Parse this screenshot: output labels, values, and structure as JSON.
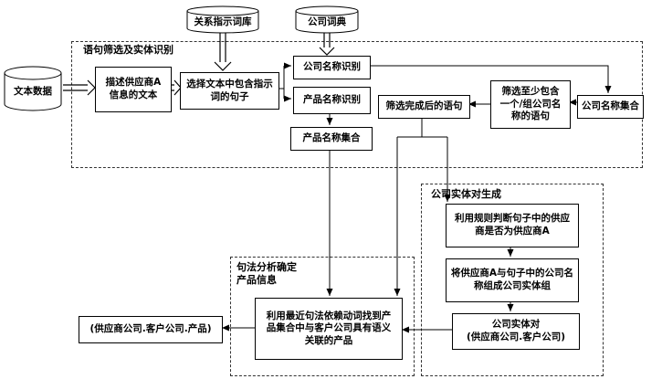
{
  "diagram": {
    "stores": {
      "relation_dict": "关系指示词库",
      "company_dict": "公司词典",
      "text_data": "文本数据"
    },
    "groups": {
      "sentence_filter": "语句筛选及实体识别",
      "entity_pair_gen": "公司实体对生成",
      "syntax_analysis": "句法分析确定\n产品信息"
    },
    "nodes": {
      "supplier_text": "描述供应商A\n信息的文本",
      "select_sentences": "选择文本中包含指示\n词的句子",
      "company_ner": "公司名称识别",
      "product_ner": "产品名称识别",
      "product_set": "产品名称集合",
      "filtered_sentences": "筛选完成后的语句",
      "filter_min_company": "筛选至少包含\n一个/组公司名\n称的语句",
      "company_set": "公司名称集合",
      "rule_check_supplier": "利用规则判断句子中的供应\n商是否为供应商A",
      "build_entity_group": "将供应商A与句子中的公司名\n称组成公司实体组",
      "entity_pair": "公司实体对\n(供应商公司.客户公司)",
      "find_related_product": "利用最近句法依赖动词找到产\n品集合中与客户公司具有语义\n关联的产品",
      "final_triple": "(供应商公司.客户公司.产品)"
    }
  }
}
